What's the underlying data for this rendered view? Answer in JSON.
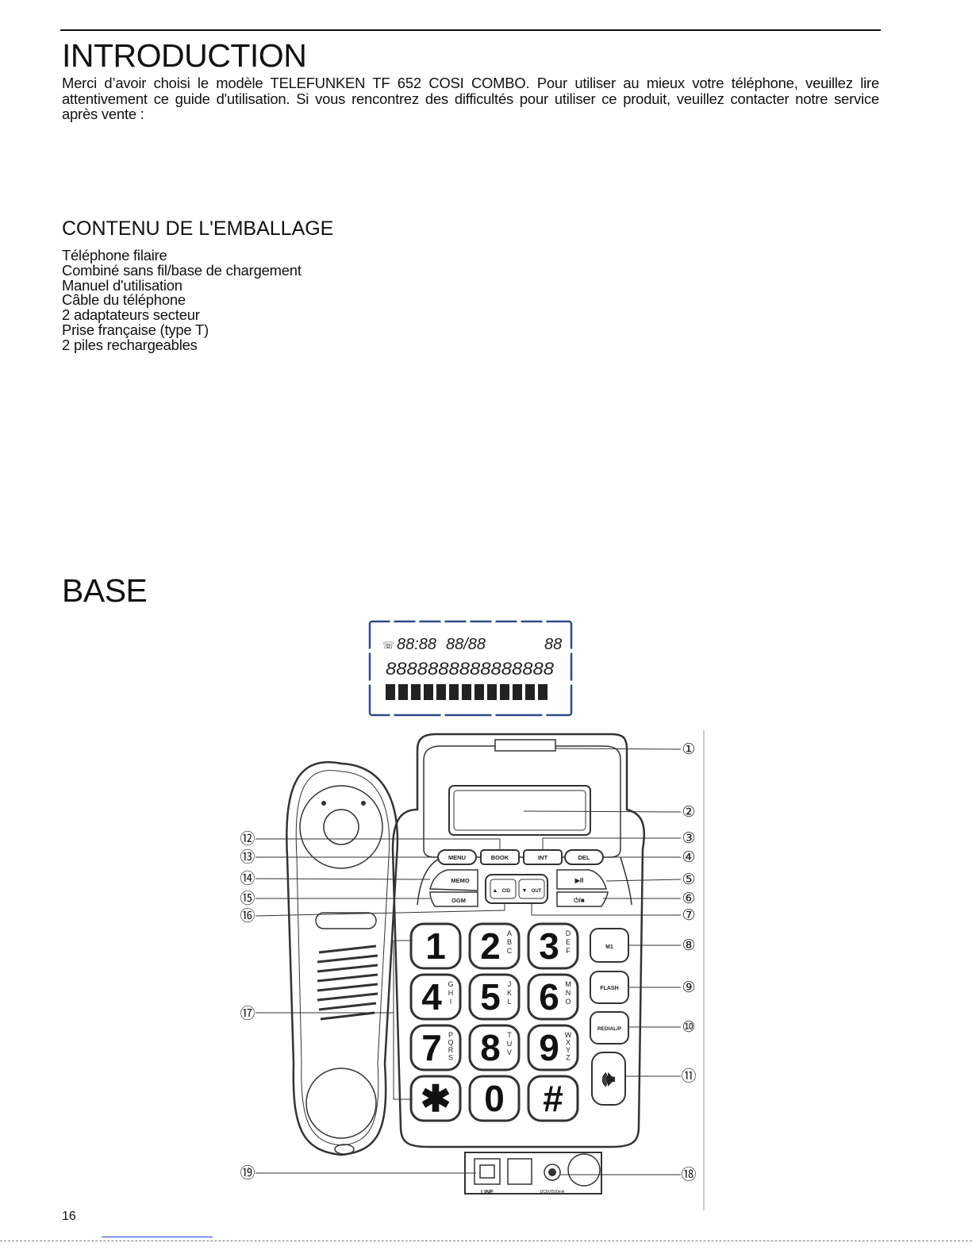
{
  "intro": {
    "title": "INTRODUCTION",
    "text": "Merci d’avoir choisi le modèle TELEFUNKEN TF 652 COSI COMBO. Pour utiliser au mieux votre téléphone, veuillez lire attentivement ce guide d'utilisation. Si vous rencontrez des difficultés pour utiliser ce produit, veuillez contacter notre service après vente :"
  },
  "contents": {
    "title": "CONTENU DE L'EMBALLAGE",
    "items": [
      "Téléphone filaire",
      "Combiné sans fil/base de chargement",
      "Manuel d'utilisation",
      "Câble du téléphone",
      "2 adaptateurs secteur",
      "Prise française (type T)",
      "2 piles rechargeables"
    ]
  },
  "base": {
    "title": "BASE",
    "lcd": {
      "row1_a": "88:88",
      "row1_b": "88/88",
      "row1_c": "88",
      "row2": "8888888888888888"
    },
    "buttons": {
      "menu": "MENU",
      "book": "BOOK",
      "int": "INT",
      "del": "DEL",
      "memo": "MEMO",
      "ogm": "OGM",
      "cid": "CID",
      "out": "OUT",
      "play": "▶II",
      "power": "⏻/■",
      "m1": "M1",
      "flash": "FLASH",
      "redial": "REDIAL/P",
      "line": "LINE",
      "dc": "DC6V/500mA"
    },
    "keypad": [
      {
        "digit": "1",
        "letters": ""
      },
      {
        "digit": "2",
        "letters": "ABC"
      },
      {
        "digit": "3",
        "letters": "DEF"
      },
      {
        "digit": "4",
        "letters": "GHI"
      },
      {
        "digit": "5",
        "letters": "JKL"
      },
      {
        "digit": "6",
        "letters": "MNO"
      },
      {
        "digit": "7",
        "letters": "PQRS"
      },
      {
        "digit": "8",
        "letters": "TUV"
      },
      {
        "digit": "9",
        "letters": "WXYZ"
      },
      {
        "digit": "✱",
        "letters": ""
      },
      {
        "digit": "0",
        "letters": ""
      },
      {
        "digit": "#",
        "letters": ""
      }
    ],
    "callouts": [
      "①",
      "②",
      "③",
      "④",
      "⑤",
      "⑥",
      "⑦",
      "⑧",
      "⑨",
      "⑩",
      "⑪",
      "⑫",
      "⑬",
      "⑭",
      "⑮",
      "⑯",
      "⑰",
      "⑱",
      "⑲"
    ]
  },
  "page": {
    "number": "16"
  }
}
